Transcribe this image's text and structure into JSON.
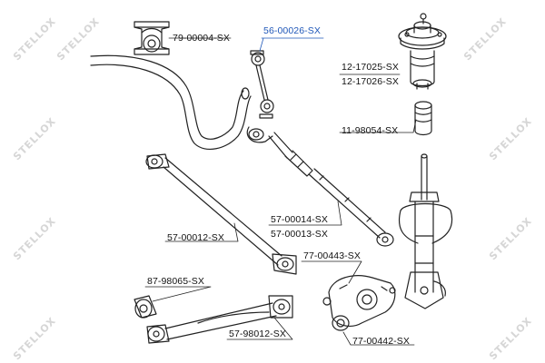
{
  "watermark_text": "STELLOX",
  "colors": {
    "highlight": "#1f57b8",
    "part_stroke": "#222222",
    "leader": "#222222",
    "watermark": "#d6d6d6"
  },
  "parts": [
    {
      "id": "79-00004",
      "label": "79-00004-SX"
    },
    {
      "id": "56-00026",
      "label": "56-00026-SX",
      "highlighted": true
    },
    {
      "id": "12-17025",
      "label": "12-17025-SX"
    },
    {
      "id": "12-17026",
      "label": "12-17026-SX"
    },
    {
      "id": "11-98054",
      "label": "11-98054-SX"
    },
    {
      "id": "57-00014",
      "label": "57-00014-SX"
    },
    {
      "id": "57-00013",
      "label": "57-00013-SX"
    },
    {
      "id": "57-00012",
      "label": "57-00012-SX"
    },
    {
      "id": "77-00443",
      "label": "77-00443-SX"
    },
    {
      "id": "87-98065",
      "label": "87-98065-SX"
    },
    {
      "id": "57-98012",
      "label": "57-98012-SX"
    },
    {
      "id": "77-00442",
      "label": "77-00442-SX"
    }
  ]
}
